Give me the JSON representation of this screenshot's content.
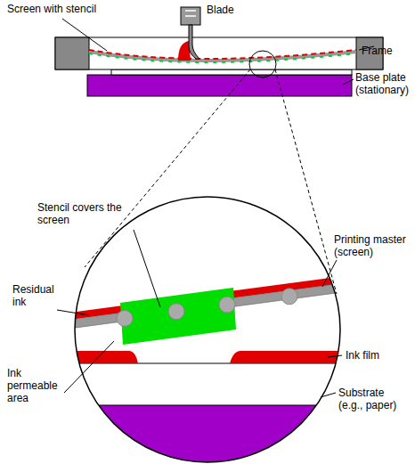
{
  "diagram": {
    "labels": [
      "Screen with stencil",
      "Blade",
      "Frame",
      "Base plate (stationary)",
      "Stencil covers the screen",
      "Printing master (screen)",
      "Residual ink",
      "Ink film",
      "Ink permeable area",
      "Substrate (e.g., paper)"
    ]
  }
}
